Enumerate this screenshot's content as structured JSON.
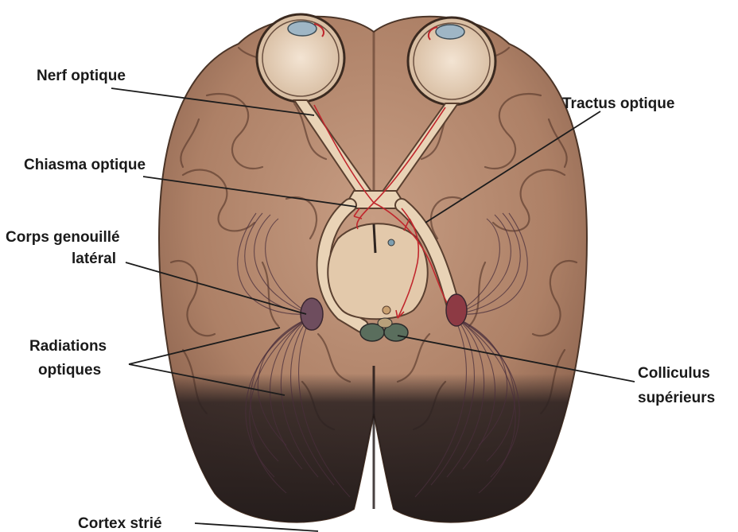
{
  "labels": {
    "nerf_optique": "Nerf optique",
    "tractus_optique": "Tractus optique",
    "chiasma_optique": "Chiasma optique",
    "corps_genouille_1": "Corps genouillé",
    "corps_genouille_2": "latéral",
    "radiations_1": "Radiations",
    "radiations_2": "optiques",
    "colliculus_1": "Colliculus",
    "colliculus_2": "supérieurs",
    "cortex_strie": "Cortex strié"
  }
}
